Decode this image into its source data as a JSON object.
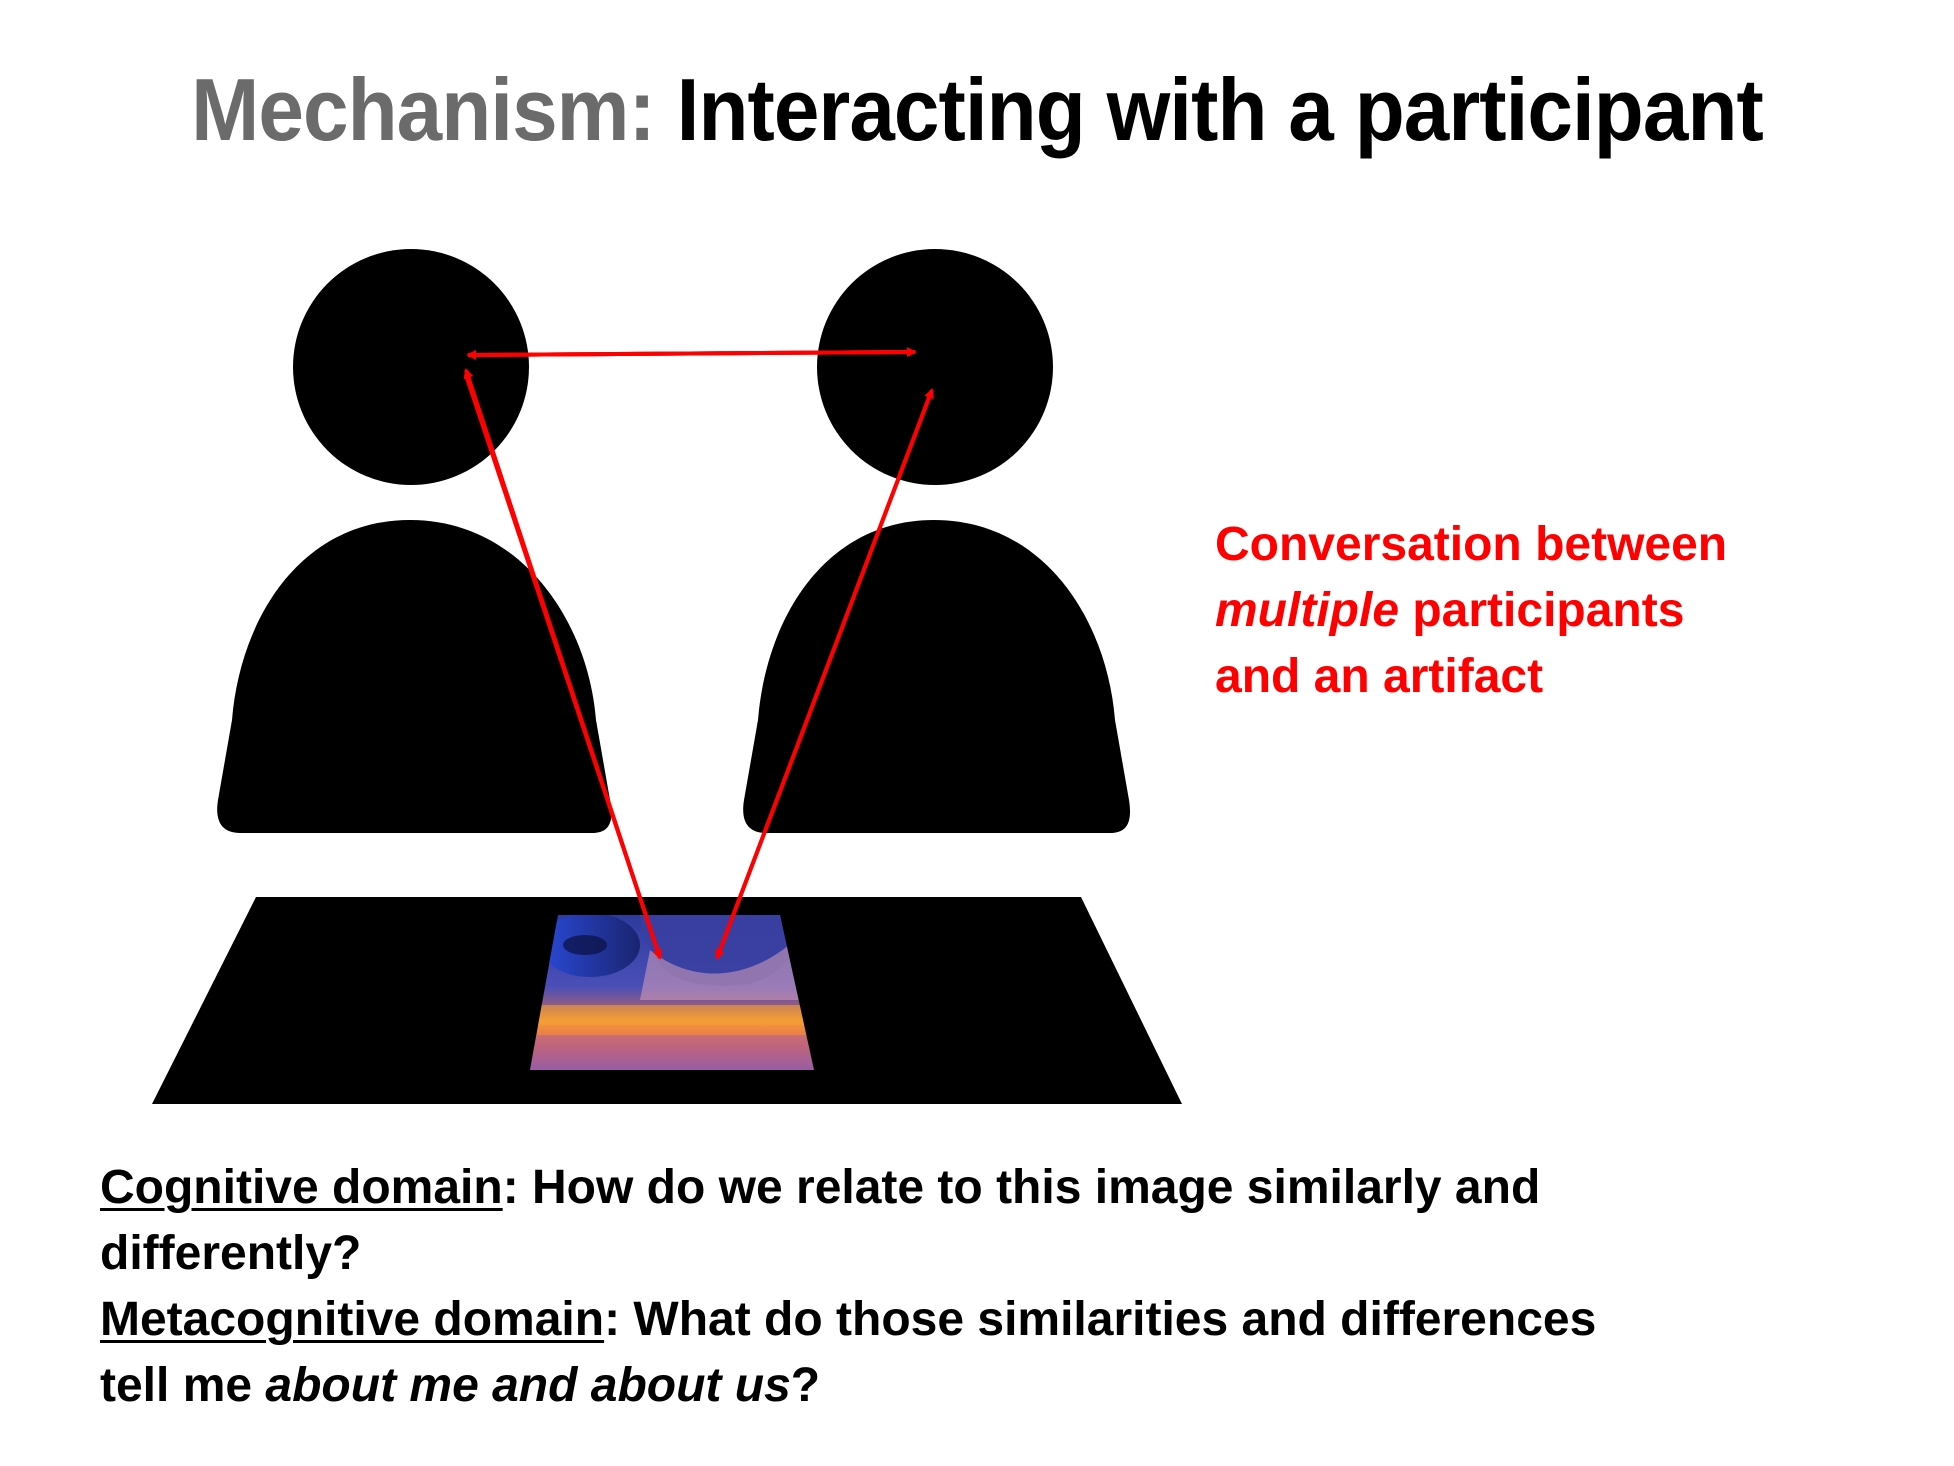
{
  "slide": {
    "title": {
      "prefix": "Mechanism:",
      "main": "Interacting with a participant",
      "prefix_color": "#6b6b6b",
      "main_color": "#000000"
    },
    "figure": {
      "participants": [
        {
          "name": "participant-left",
          "color": "#000000"
        },
        {
          "name": "participant-right",
          "color": "#000000"
        }
      ],
      "artifact": {
        "description": "photo of a sunset over a cliff/cave, shown flipped on a table"
      },
      "arrow_color": "#ff0000"
    },
    "callout": {
      "line1": "Conversation between",
      "line2_italic": "multiple",
      "line2_rest": " participants",
      "line3": "and an artifact",
      "color": "#ff0000"
    },
    "questions": {
      "cognitive_label": "Cognitive domain",
      "cognitive_text_line1": ": How do we relate to this image similarly and",
      "cognitive_text_line2": "differently?",
      "metacognitive_label": "Metacognitive domain",
      "metacognitive_text_line1": ": What do those similarities and differences",
      "metacognitive_text_line2_start": "tell me ",
      "metacognitive_text_line2_italic": "about me and about us",
      "metacognitive_text_line2_end": "?"
    }
  }
}
